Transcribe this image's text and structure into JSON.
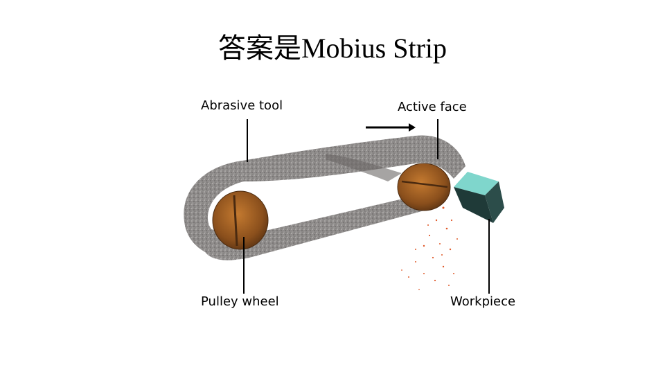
{
  "title": "答案是Mobius Strip",
  "diagram": {
    "labels": {
      "abrasive_tool": "Abrasive tool",
      "active_face": "Active face",
      "pulley_wheel": "Pulley wheel",
      "workpiece": "Workpiece"
    },
    "colors": {
      "belt": "#8e8b8a",
      "belt_dark": "#5e5b5a",
      "wheel": "#9a5a22",
      "workpiece_top": "#7fd6cc",
      "workpiece_side": "#1f3a38",
      "sparks": "#e05a2a",
      "leader_lines": "#000000"
    }
  }
}
